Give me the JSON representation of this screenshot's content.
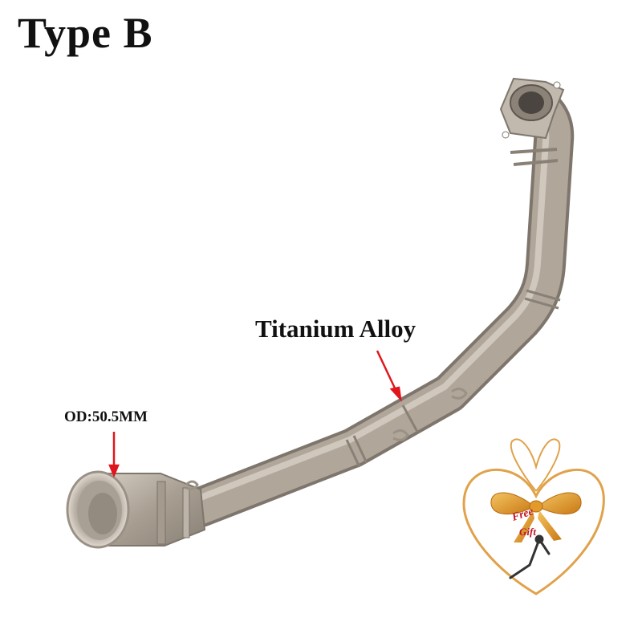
{
  "title": "Type B",
  "labels": {
    "material": "Titanium Alloy",
    "outer_diameter": "OD:50.5MM"
  },
  "gift_badge": {
    "line1": "Free",
    "line2": "Gift"
  },
  "colors": {
    "pipe": "#b0a69a",
    "pipe_highlight": "#d8d0c6",
    "pipe_shadow": "#7e766c",
    "arrow": "#e0161c",
    "heart": "#e0a24a",
    "bow": "#d98a1e",
    "gift_text": "#c0151f"
  },
  "icons": [
    "exhaust-pipe-image",
    "red-arrow-icon",
    "gift-heart-icon",
    "bow-icon",
    "wrench-icon"
  ]
}
